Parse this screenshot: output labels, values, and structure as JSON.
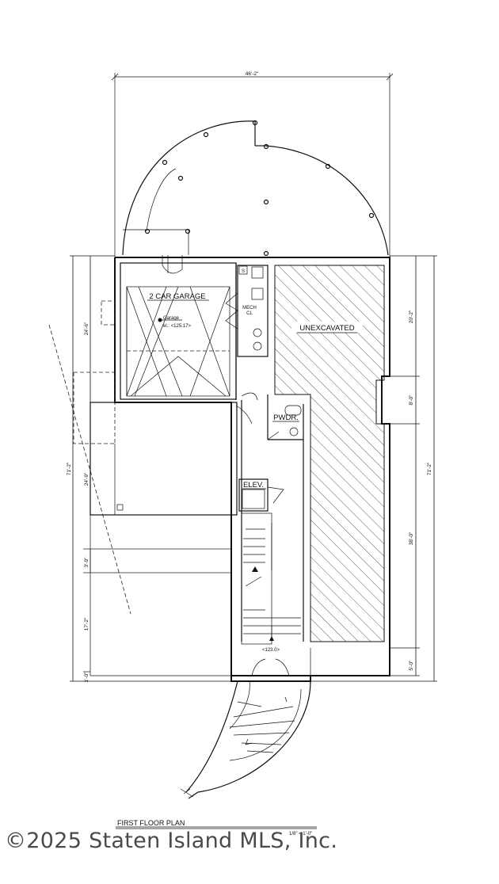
{
  "plan": {
    "title": "FIRST FLOOR PLAN",
    "scale": "1/8\" = 1'-0\"",
    "rooms": {
      "garage": "2 CAR GARAGE",
      "garage_note": "Garage",
      "garage_elevation": "el.: <125.17>",
      "mech": "MECH",
      "mech_sub": "CL",
      "s_box": "S",
      "unexcavated": "UNEXCAVATED",
      "powder": "PWDR.",
      "elevator": "ELEV.",
      "landing_elevation": "<123.0>"
    },
    "dimensions": {
      "top": "46'-2\"",
      "left_garage": "24'-6\"",
      "left_overall": "71'-2\"",
      "left_mid": "24'-9\"",
      "left_a": "3'-9\"",
      "left_b": "17'-2\"",
      "left_c": "1'-0\"",
      "right_a": "20'-2\"",
      "right_b": "8'-0\"",
      "right_c": "38'-0\"",
      "right_d": "5'-0\"",
      "right_overall": "71'-2\""
    }
  },
  "watermark": "©2025 Staten Island MLS, Inc."
}
